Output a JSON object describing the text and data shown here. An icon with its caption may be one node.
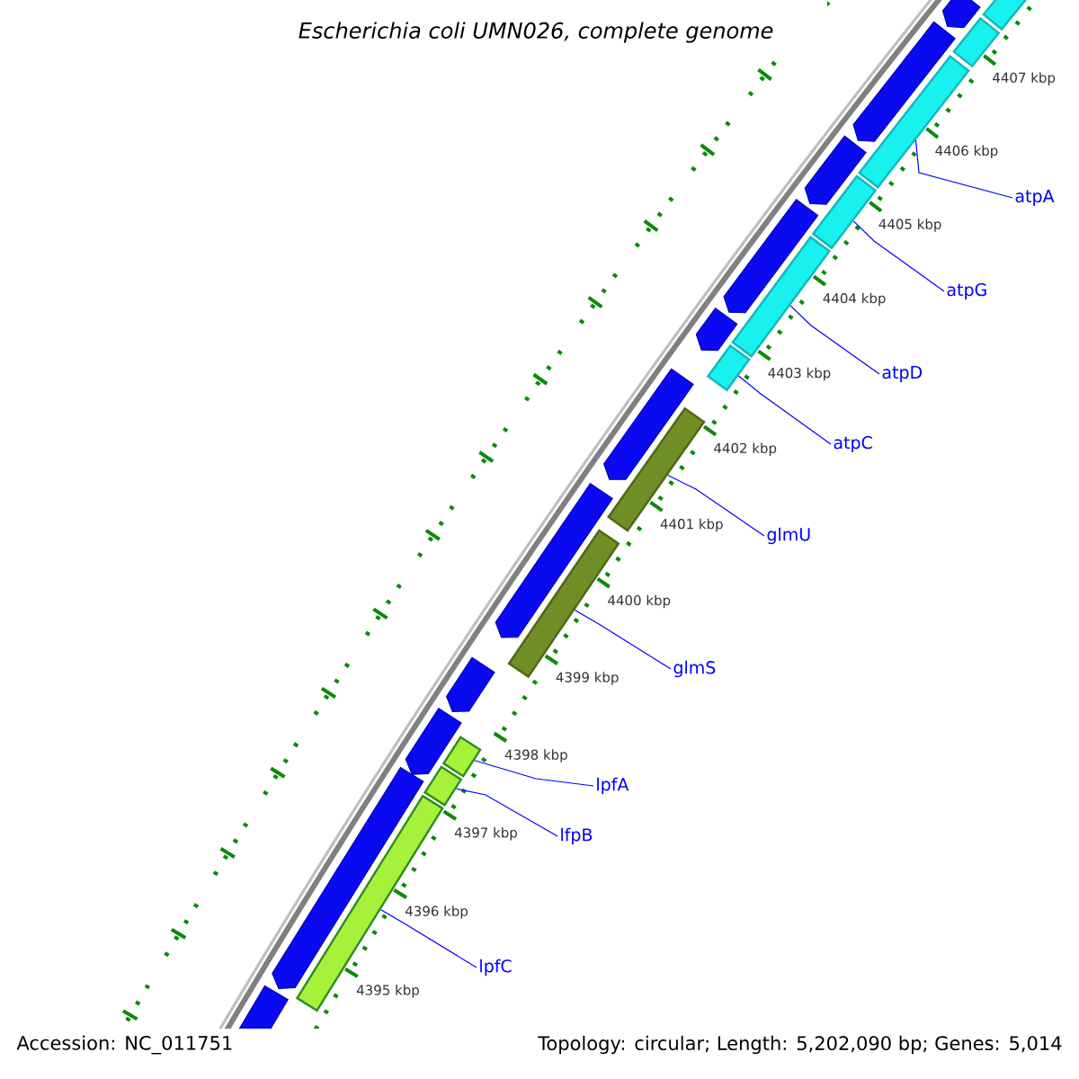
{
  "diagram": {
    "title": "Escherichia coli UMN026, complete genome",
    "nodes": [
      {
        "text": [
          "atpA"
        ]
      },
      {
        "text": [
          "atpG"
        ]
      },
      {
        "text": [
          "atpD"
        ]
      },
      {
        "text": [
          "atpC"
        ]
      },
      {
        "text": [
          "glmU"
        ]
      },
      {
        "text": [
          "glmS"
        ]
      },
      {
        "text": [
          "lpfA"
        ]
      },
      {
        "text": [
          "lfpB"
        ]
      },
      {
        "text": [
          "lpfC"
        ]
      },
      {
        "text": [],
        "shape": "bar"
      },
      {
        "text": [],
        "shape": "bar"
      },
      {
        "text": [],
        "shape": "bar"
      },
      {
        "text": [],
        "shape": "bar"
      },
      {
        "text": [],
        "shape": "bar"
      },
      {
        "text": [],
        "shape": "bar"
      },
      {
        "text": [],
        "shape": "bar"
      },
      {
        "text": [],
        "shape": "bar"
      },
      {
        "text": [],
        "shape": "bar"
      },
      {
        "text": [],
        "shape": "bar"
      },
      {
        "text": [],
        "shape": "bar"
      },
      {
        "text": [],
        "shape": "bar"
      },
      {
        "text": [],
        "shape": "bar"
      },
      {
        "text": [],
        "shape": "bar"
      },
      {
        "text": [],
        "shape": "bar"
      },
      {
        "text": [],
        "shape": "bar"
      },
      {
        "text": [],
        "shape": "bar"
      },
      {
        "text": [],
        "shape": "bar"
      },
      {
        "text": [],
        "shape": "bar"
      },
      {
        "text": [],
        "shape": "bar"
      },
      {
        "text": [],
        "shape": "bar"
      },
      {
        "text": [],
        "shape": "bar"
      }
    ],
    "edges": [
      {
        "from": 0,
        "to": 9,
        "arrow": "none"
      },
      {
        "from": 1,
        "to": 10,
        "arrow": "none"
      },
      {
        "from": 2,
        "to": 11,
        "arrow": "none"
      },
      {
        "from": 3,
        "to": 12,
        "arrow": "none"
      },
      {
        "from": 4,
        "to": 13,
        "arrow": "none"
      },
      {
        "from": 5,
        "to": 14,
        "arrow": "none"
      },
      {
        "from": 6,
        "to": 15,
        "arrow": "none"
      },
      {
        "from": 7,
        "to": 16,
        "arrow": "none"
      },
      {
        "from": 8,
        "to": 17,
        "arrow": "none"
      }
    ],
    "labels": [
      "4407 kbp",
      "4406 kbp",
      "4405 kbp",
      "4404 kbp",
      "4403 kbp",
      "4402 kbp",
      "4401 kbp",
      "4400 kbp",
      "4399 kbp",
      "4398 kbp",
      "4397 kbp",
      "4396 kbp",
      "4395 kbp",
      "Accession: NC_011751",
      "Topology: circular; Length: 5,202,090 bp; Genes: 5,014"
    ]
  }
}
